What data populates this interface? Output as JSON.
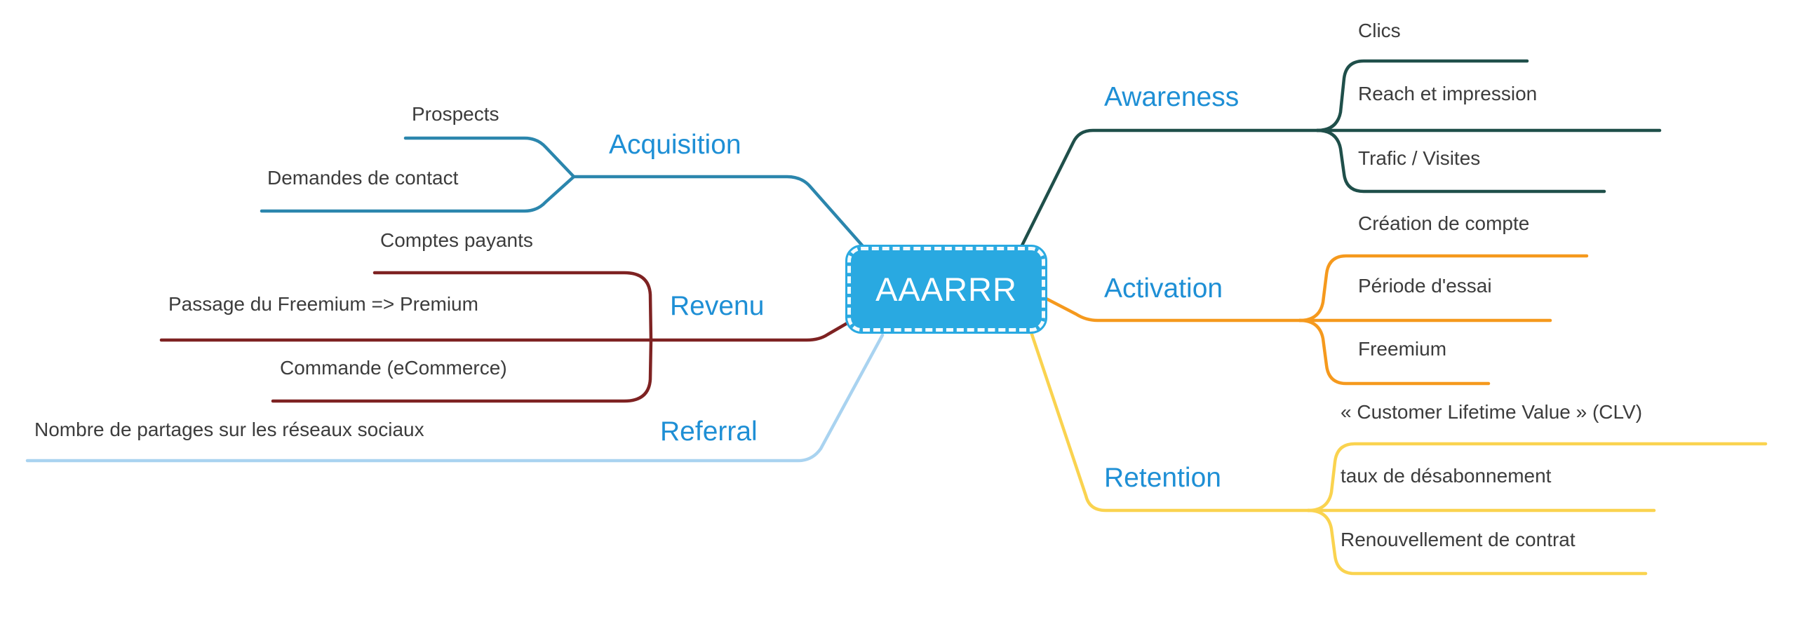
{
  "central": {
    "label": "AAARRR"
  },
  "colors": {
    "node_fill": "#29A9E1",
    "node_text": "#FFFFFF",
    "branch_label": "#1E8FD5",
    "child_text": "#3C3C3C",
    "acquisition_line": "#2B86AD",
    "revenu_line": "#7E2222",
    "referral_line": "#A9D3F0",
    "awareness_line": "#1F4F4A",
    "activation_line": "#F5991D",
    "retention_line": "#FAD34F"
  },
  "branches": {
    "acquisition": {
      "label": "Acquisition",
      "children": {
        "prospects": "Prospects",
        "demandes": "Demandes de contact"
      }
    },
    "revenu": {
      "label": "Revenu",
      "children": {
        "comptes": "Comptes payants",
        "passage": "Passage du Freemium => Premium",
        "commande": "Commande (eCommerce)"
      }
    },
    "referral": {
      "label": "Referral",
      "children": {
        "partages": "Nombre de partages sur les réseaux sociaux"
      }
    },
    "awareness": {
      "label": "Awareness",
      "children": {
        "clics": "Clics",
        "reach": "Reach et impression",
        "trafic": "Trafic / Visites"
      }
    },
    "activation": {
      "label": "Activation",
      "children": {
        "creation": "Création de compte",
        "periode": "Période d'essai",
        "freemium": "Freemium"
      }
    },
    "retention": {
      "label": "Retention",
      "children": {
        "clv": "« Customer Lifetime Value » (CLV)",
        "taux": "taux de désabonnement",
        "renouvellement": "Renouvellement de contrat"
      }
    }
  }
}
